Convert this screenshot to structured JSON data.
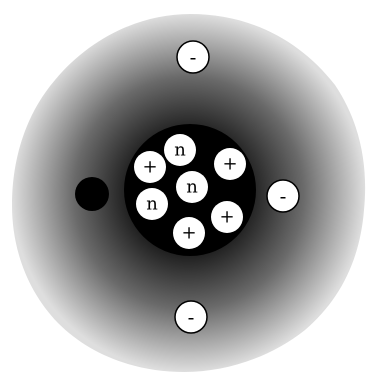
{
  "atom": {
    "nucleus": {
      "color": "#000000",
      "particles": [
        {
          "name": "neutron-top",
          "label": "n"
        },
        {
          "name": "proton-upper-left",
          "label": "+"
        },
        {
          "name": "proton-upper-right",
          "label": "+"
        },
        {
          "name": "neutron-center",
          "label": "n"
        },
        {
          "name": "neutron-left",
          "label": "n"
        },
        {
          "name": "proton-lower-right",
          "label": "+"
        },
        {
          "name": "proton-bottom",
          "label": "+"
        }
      ]
    },
    "electrons": [
      {
        "name": "electron-top",
        "label": "-"
      },
      {
        "name": "electron-right",
        "label": "-"
      },
      {
        "name": "electron-bottom",
        "label": "-"
      }
    ],
    "solid_particle": {
      "name": "solid-particle-left",
      "color": "#000000"
    },
    "cloud": {
      "inner_color": "#111111",
      "outer_color": "#e0e0e0"
    }
  }
}
